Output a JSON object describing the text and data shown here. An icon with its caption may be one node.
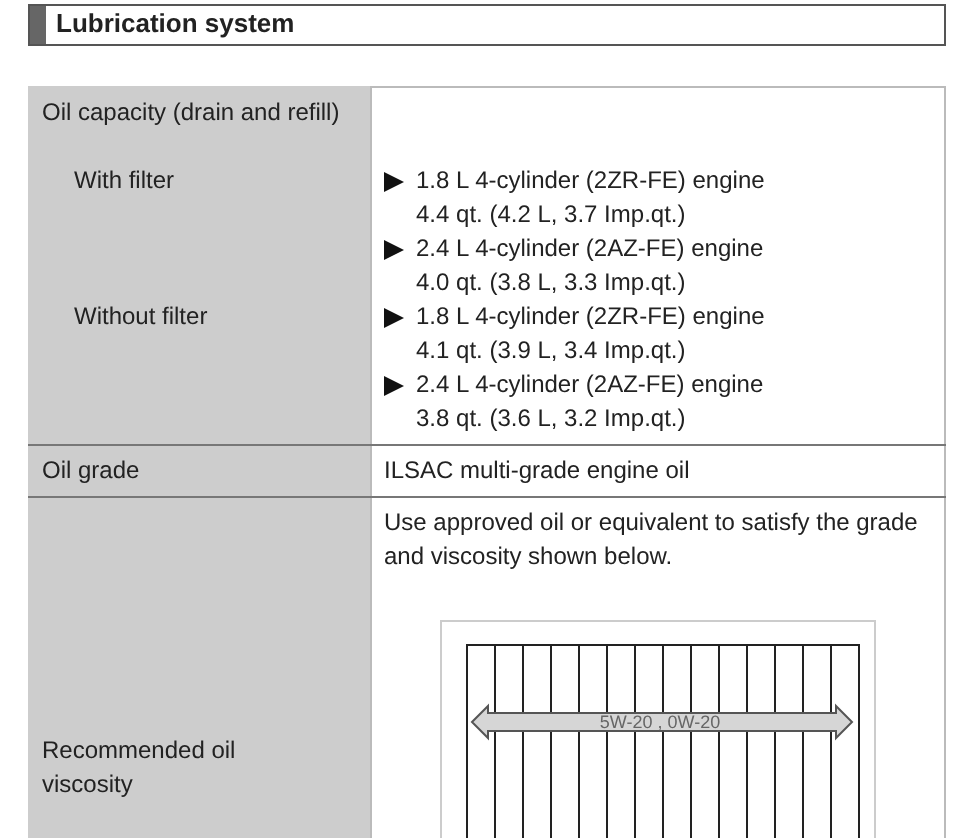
{
  "diagram": {
    "title": "Lubrication system",
    "labels": [
      "Oil capacity (drain and refill)",
      "With filter",
      "Without filter",
      "1.8 L 4-cylinder (2ZR-FE) engine",
      "4.4 qt. (4.2 L, 3.7 Imp.qt.)",
      "2.4 L 4-cylinder (2AZ-FE) engine",
      "4.0 qt. (3.8 L, 3.3 Imp.qt.)",
      "1.8 L 4-cylinder (2ZR-FE) engine",
      "4.1 qt. (3.9 L, 3.4 Imp.qt.)",
      "2.4 L 4-cylinder (2AZ-FE) engine",
      "3.8 qt. (3.6 L, 3.2 Imp.qt.)",
      "Oil grade",
      "ILSAC multi-grade engine oil",
      "Recommended oil viscosity",
      "Use approved oil or equivalent to satisfy the grade and viscosity shown below.",
      "5W-20 , 0W-20"
    ]
  }
}
